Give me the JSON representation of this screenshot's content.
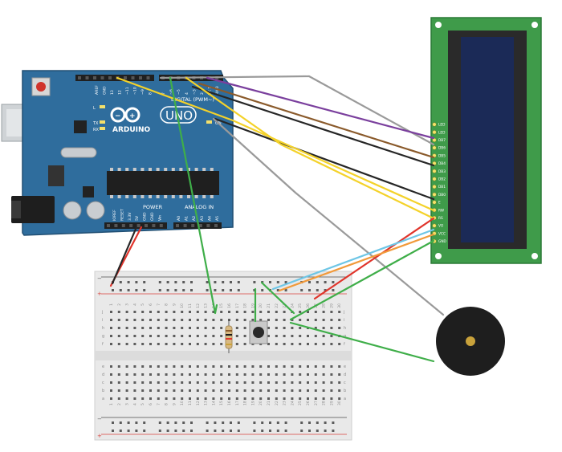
{
  "arduino": {
    "brand": "ARDUINO",
    "model": "UNO",
    "digital_header": "DIGITAL (PWM~)",
    "power_header": "POWER",
    "analog_header": "ANALOG IN",
    "led_labels": [
      "L",
      "TX",
      "RX",
      "ON"
    ],
    "top_pins": [
      "AREF",
      "GND",
      "13",
      "12",
      "~11",
      "~10",
      "~9",
      "8",
      "7",
      "~6",
      "~5",
      "4",
      "~3",
      "2",
      "TX 1",
      "RX 0"
    ],
    "power_pins": [
      "IOREF",
      "RESET",
      "3.3V",
      "5V",
      "GND",
      "GND",
      "Vin"
    ],
    "analog_pins": [
      "A0",
      "A1",
      "A2",
      "A3",
      "A4",
      "A5"
    ],
    "board_color": "#2f6d9d"
  },
  "lcd": {
    "pins": [
      "LED",
      "LED",
      "DB7",
      "DB6",
      "DB5",
      "DB4",
      "DB3",
      "DB2",
      "DB1",
      "DB0",
      "E",
      "RW",
      "RS",
      "VO",
      "VCC",
      "GND"
    ],
    "board_color": "#3f9b4a",
    "screen_color": "#1b2a57"
  },
  "breadboard": {
    "col_numbers": [
      "1",
      "2",
      "3",
      "4",
      "5",
      "6",
      "7",
      "8",
      "9",
      "10",
      "11",
      "12",
      "13",
      "14",
      "15",
      "16",
      "17",
      "18",
      "19",
      "20",
      "21",
      "22",
      "23",
      "24",
      "25",
      "26",
      "27",
      "28",
      "29",
      "30"
    ],
    "row_letters_top": [
      "j",
      "i",
      "h",
      "g",
      "f"
    ],
    "row_letters_bottom": [
      "e",
      "d",
      "c",
      "b",
      "a"
    ],
    "rail_minus": "−",
    "rail_plus": "+"
  },
  "wire_colors": {
    "red": "#e0342b",
    "black": "#262626",
    "green": "#3fae49",
    "yellow": "#f4d22a",
    "brown": "#8a5a2b",
    "purple": "#7a3f9d",
    "grey": "#9a9a9a",
    "light_blue": "#6ec6e6",
    "orange": "#f19a3a"
  }
}
